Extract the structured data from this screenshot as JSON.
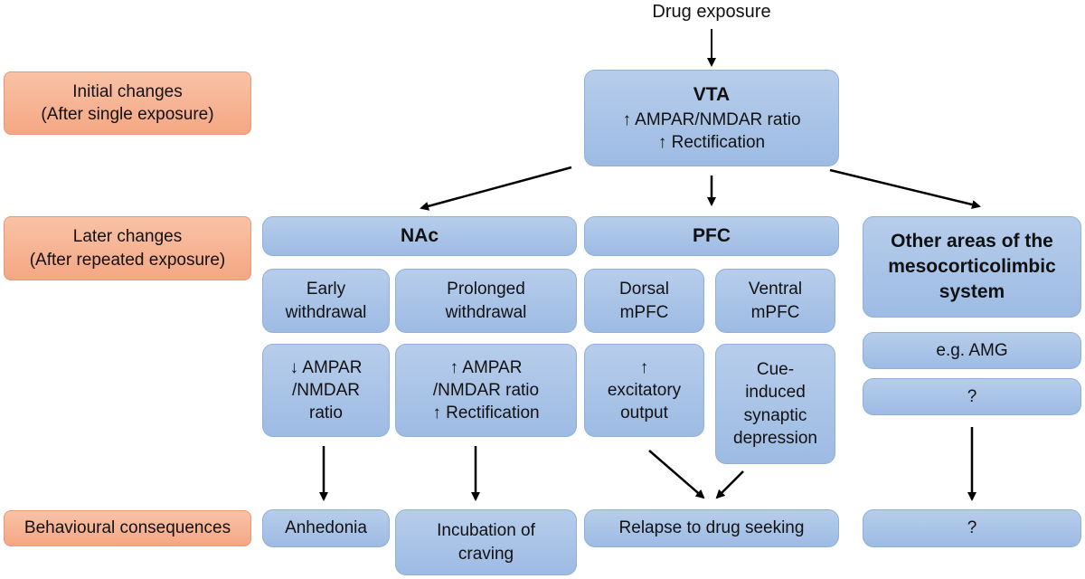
{
  "diagram": {
    "input_label": "Drug exposure",
    "stages": {
      "initial": "Initial changes\n(After single exposure)",
      "later": "Later changes\n(After repeated exposure)",
      "behaviour": "Behavioural consequences"
    },
    "vta": {
      "title": "VTA",
      "line1": "↑ AMPAR/NMDAR ratio",
      "line2": "↑ Rectification"
    },
    "nac": {
      "title": "NAc",
      "early_header": "Early\nwithdrawal",
      "prolonged_header": "Prolonged\nwithdrawal",
      "early_change": "↓ AMPAR\n/NMDAR\nratio",
      "prolonged_change": "↑ AMPAR\n/NMDAR ratio\n↑ Rectification",
      "early_outcome": "Anhedonia",
      "prolonged_outcome": "Incubation of\ncraving"
    },
    "pfc": {
      "title": "PFC",
      "dorsal_header": "Dorsal\nmPFC",
      "ventral_header": "Ventral\nmPFC",
      "dorsal_change": "↑\nexcitatory\noutput",
      "ventral_change": "Cue-\ninduced\nsynaptic\ndepression",
      "outcome": "Relapse to drug seeking"
    },
    "other": {
      "title": "Other areas of the\nmesocorticolimbic\nsystem",
      "example": "e.g. AMG",
      "unknown_change": "?",
      "unknown_outcome": "?"
    },
    "colors": {
      "stage_fill": "#f4a784",
      "region_fill": "#9dbbe3",
      "arrow": "#000000"
    }
  }
}
